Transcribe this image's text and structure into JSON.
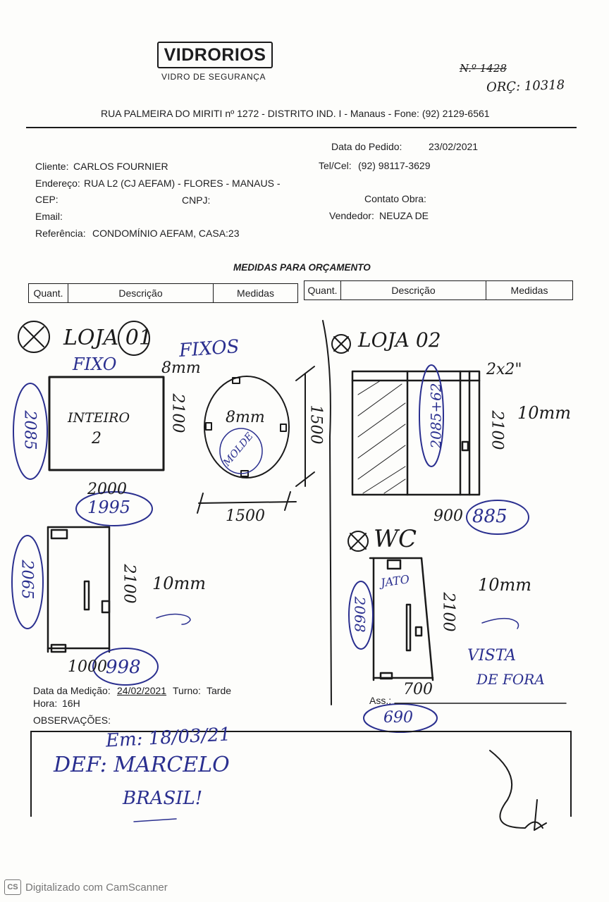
{
  "header": {
    "logo": "VIDRORIOS",
    "tagline": "VIDRO DE SEGURANÇA",
    "numero": "N.º 1428",
    "orcamento": "ORÇ: 10318",
    "address": "RUA PALMEIRA DO MIRITI nº 1272 - DISTRITO IND. I - Manaus - Fone: (92) 2129-6561"
  },
  "client": {
    "data_pedido_label": "Data do Pedido:",
    "data_pedido": "23/02/2021",
    "cliente_label": "Cliente:",
    "cliente": "CARLOS FOURNIER",
    "tel_label": "Tel/Cel:",
    "tel": "(92) 98117-3629",
    "endereco_label": "Endereço:",
    "endereco": "RUA L2 (CJ AEFAM) - FLORES - MANAUS -",
    "cep_label": "CEP:",
    "cnpj_label": "CNPJ:",
    "contato_label": "Contato Obra:",
    "email_label": "Email:",
    "vendedor_label": "Vendedor:",
    "vendedor": "NEUZA DE",
    "referencia_label": "Referência:",
    "referencia": "CONDOMÍNIO AEFAM, CASA:23"
  },
  "section_title": "MEDIDAS PARA ORÇAMENTO",
  "table_headers": [
    "Quant.",
    "Descrição",
    "Medidas"
  ],
  "sketch": {
    "loja01": "LOJA 01",
    "fixos": "FIXOS",
    "fixo": "FIXO",
    "mm8": "8mm",
    "inteiro": "INTEIRO",
    "two": "2",
    "h2085": "2085",
    "h2100": "2100",
    "w2000": "2000",
    "w1995": "1995",
    "c8mm": "8mm",
    "cmolde": "MOLDE",
    "c1500v": "1500",
    "c1500h": "1500",
    "loja02": "LOJA 02",
    "tube": "2x2\"",
    "p2085": "2085+62",
    "p2100": "2100",
    "p10mm": "10mm",
    "w900": "900",
    "w885": "885",
    "d2065": "2065",
    "d2100": "2100",
    "d10mm": "10mm",
    "w1000": "1000",
    "w998": "998",
    "wc": "WC",
    "jato": "JATO",
    "wc2068": "2068",
    "wc2100": "2100",
    "wc10mm": "10mm",
    "wc700": "700",
    "vista": "VISTA",
    "defora": "DE FORA",
    "w690": "690"
  },
  "medicao": {
    "data_label": "Data da Medição:",
    "data": "24/02/2021",
    "turno_label": "Turno:",
    "turno": "Tarde",
    "hora_label": "Hora:",
    "hora": "16H",
    "ass_label": "Ass.:",
    "obs_label": "OBSERVAÇÕES:"
  },
  "notes": {
    "line1": "Em: 18/03/21",
    "line2": "DEF: MARCELO",
    "line3": "BRASIL!"
  },
  "footer": {
    "badge": "CS",
    "text": "Digitalizado com CamScanner"
  },
  "colors": {
    "ink_blue": "#2a2f8f",
    "ink_black": "#1a1a1a"
  }
}
